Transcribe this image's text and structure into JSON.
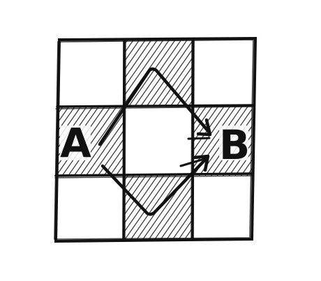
{
  "diagram": {
    "grid": {
      "rows": 3,
      "cols": 3,
      "shaded_cells": [
        "r0c1",
        "r1c0",
        "r1c2",
        "r2c1"
      ]
    },
    "labels": {
      "start": "A",
      "end": "B"
    },
    "colors": {
      "ink": "#111111",
      "background": "#ffffff",
      "hatch": "#1a1a1a"
    },
    "paths": [
      "upper",
      "lower"
    ]
  }
}
